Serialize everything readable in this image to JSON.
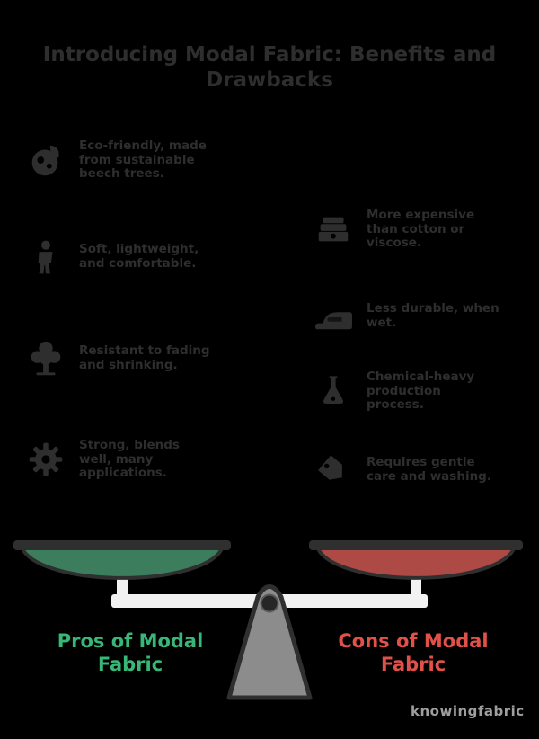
{
  "title": "Introducing Modal Fabric: Benefits and Drawbacks",
  "pros": {
    "label": "Pros of Modal Fabric",
    "items": [
      {
        "icon": "globe-leaf-icon",
        "text": "Eco-friendly, made from sustainable beech trees."
      },
      {
        "icon": "person-icon",
        "text": "Soft, lightweight, and comfortable."
      },
      {
        "icon": "tree-icon",
        "text": "Resistant to fading and shrinking."
      },
      {
        "icon": "gear-icon",
        "text": "Strong, blends well, many applications."
      }
    ]
  },
  "cons": {
    "label": "Cons of Modal Fabric",
    "items": [
      {
        "icon": "money-icon",
        "text": "More expensive than cotton or viscose."
      },
      {
        "icon": "iron-icon",
        "text": "Less durable, when wet."
      },
      {
        "icon": "flask-icon",
        "text": "Chemical-heavy production process."
      },
      {
        "icon": "tag-icon",
        "text": "Requires gentle care and washing."
      }
    ]
  },
  "watermark": "knowingfabric",
  "colors": {
    "background": "#000000",
    "body_text": "#2e2e2e",
    "pros_accent": "#37b878",
    "cons_accent": "#e0514a",
    "pan_green": "#3c7d5e",
    "pan_red": "#ae4a45",
    "beam_white": "#f2f2f2",
    "fulcrum_gray": "#8c8c8c",
    "outline_dark": "#2f2f2f",
    "pivot_dark": "#262626"
  }
}
